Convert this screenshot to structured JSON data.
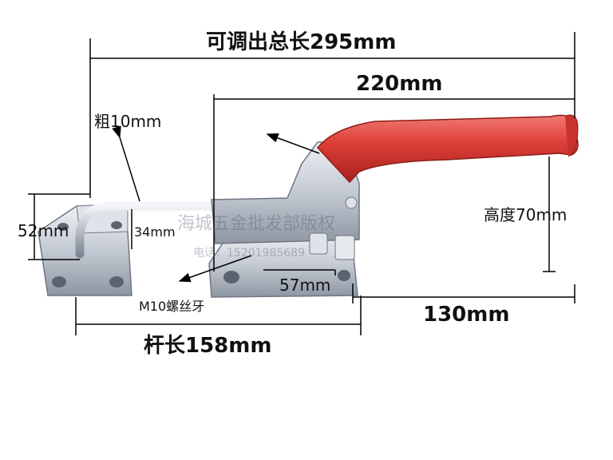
{
  "colors": {
    "background": "#ffffff",
    "dimension_line": "#000000",
    "handle_red": "#e0463f",
    "steel": "#c9ced6"
  },
  "image_subject": "toggle-latch-clamp",
  "labels": {
    "total_length": "可调出总长295mm",
    "handle_span": "220mm",
    "rod_thickness": "粗10mm",
    "height_base": "52mm",
    "inner_gap": "34mm",
    "handle_height": "高度70mm",
    "block_width": "57mm",
    "thread": "M10螺丝牙",
    "base_length": "130mm",
    "rod_length": "杆长158mm"
  },
  "watermark": {
    "line1": "海城五金批发部版权",
    "line2": "电话：15201985689"
  }
}
